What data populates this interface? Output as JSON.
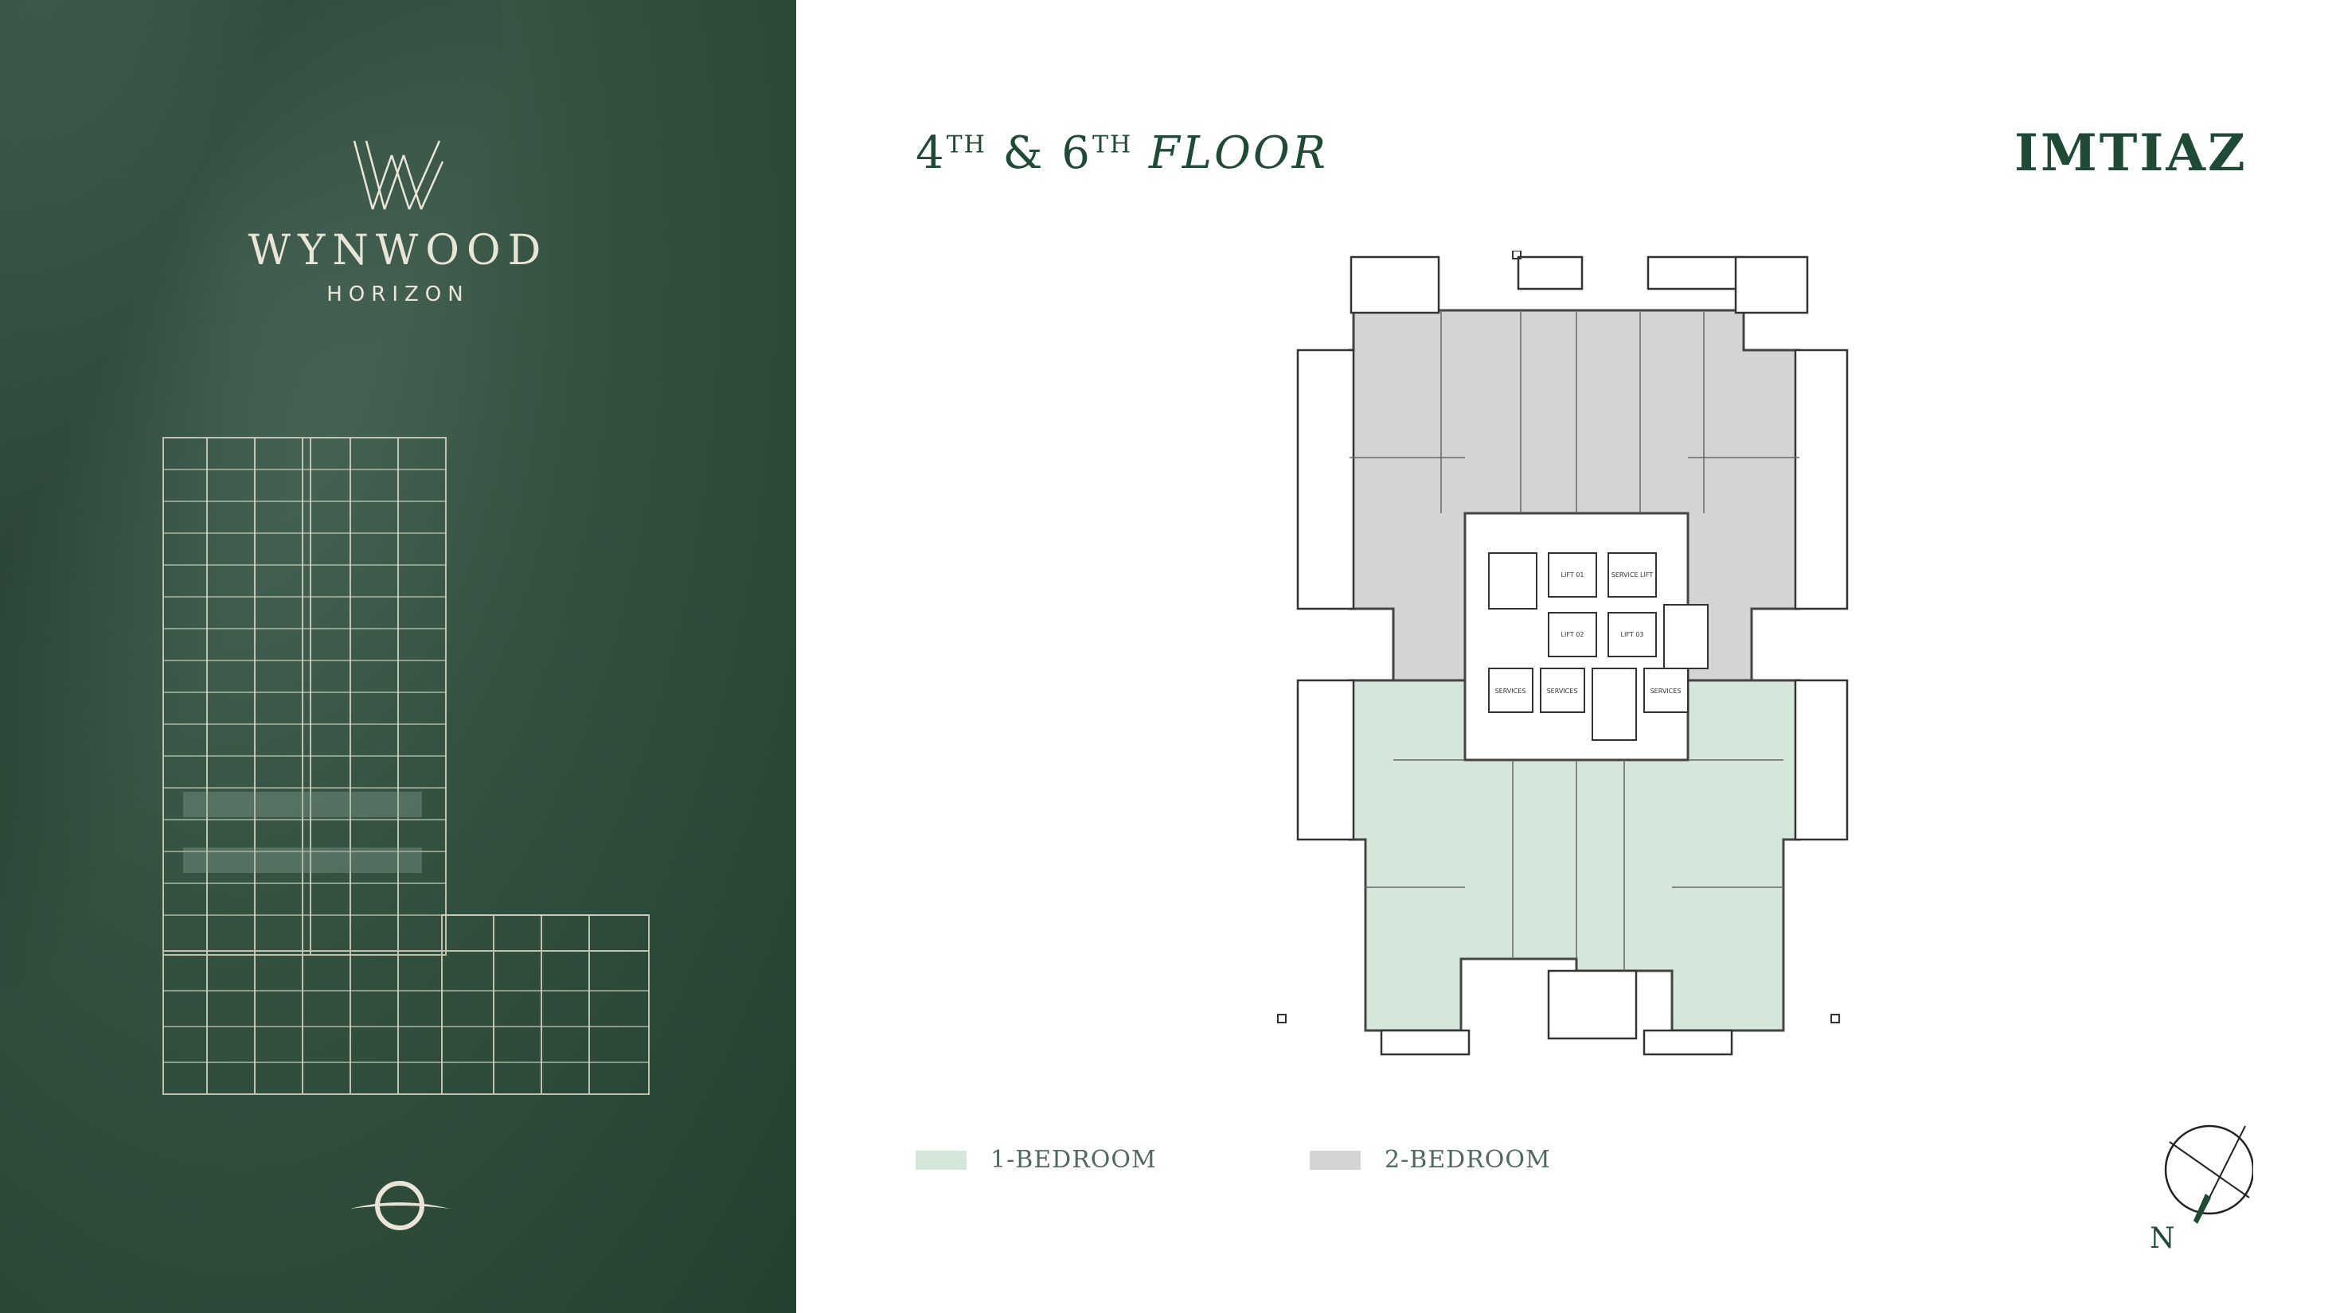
{
  "brand": {
    "name": "WYNWOOD",
    "subtitle": "HORIZON"
  },
  "floor_title": {
    "first_num": "4",
    "first_suffix": "TH",
    "amp": "&",
    "second_num": "6",
    "second_suffix": "TH",
    "word": "FLOOR"
  },
  "company": {
    "name": "IMTIAZ"
  },
  "plan_labels": {
    "lift_1": "LIFT 01",
    "lift_2": "LIFT 02",
    "service_lift_1": "SERVICE LIFT",
    "lift_3": "LIFT 03",
    "services_1": "SERVICES",
    "services_2": "SERVICES",
    "services_3": "SERVICES"
  },
  "legend": [
    {
      "label": "1-BEDROOM",
      "color": "#d5e6da"
    },
    {
      "label": "2-BEDROOM",
      "color": "#d4d4d4"
    }
  ],
  "compass": {
    "label": "N"
  },
  "colors": {
    "panel_green": "#34503f",
    "title_green": "#1f4a35",
    "one_bed": "#d5e6da",
    "two_bed": "#d4d4d4"
  }
}
